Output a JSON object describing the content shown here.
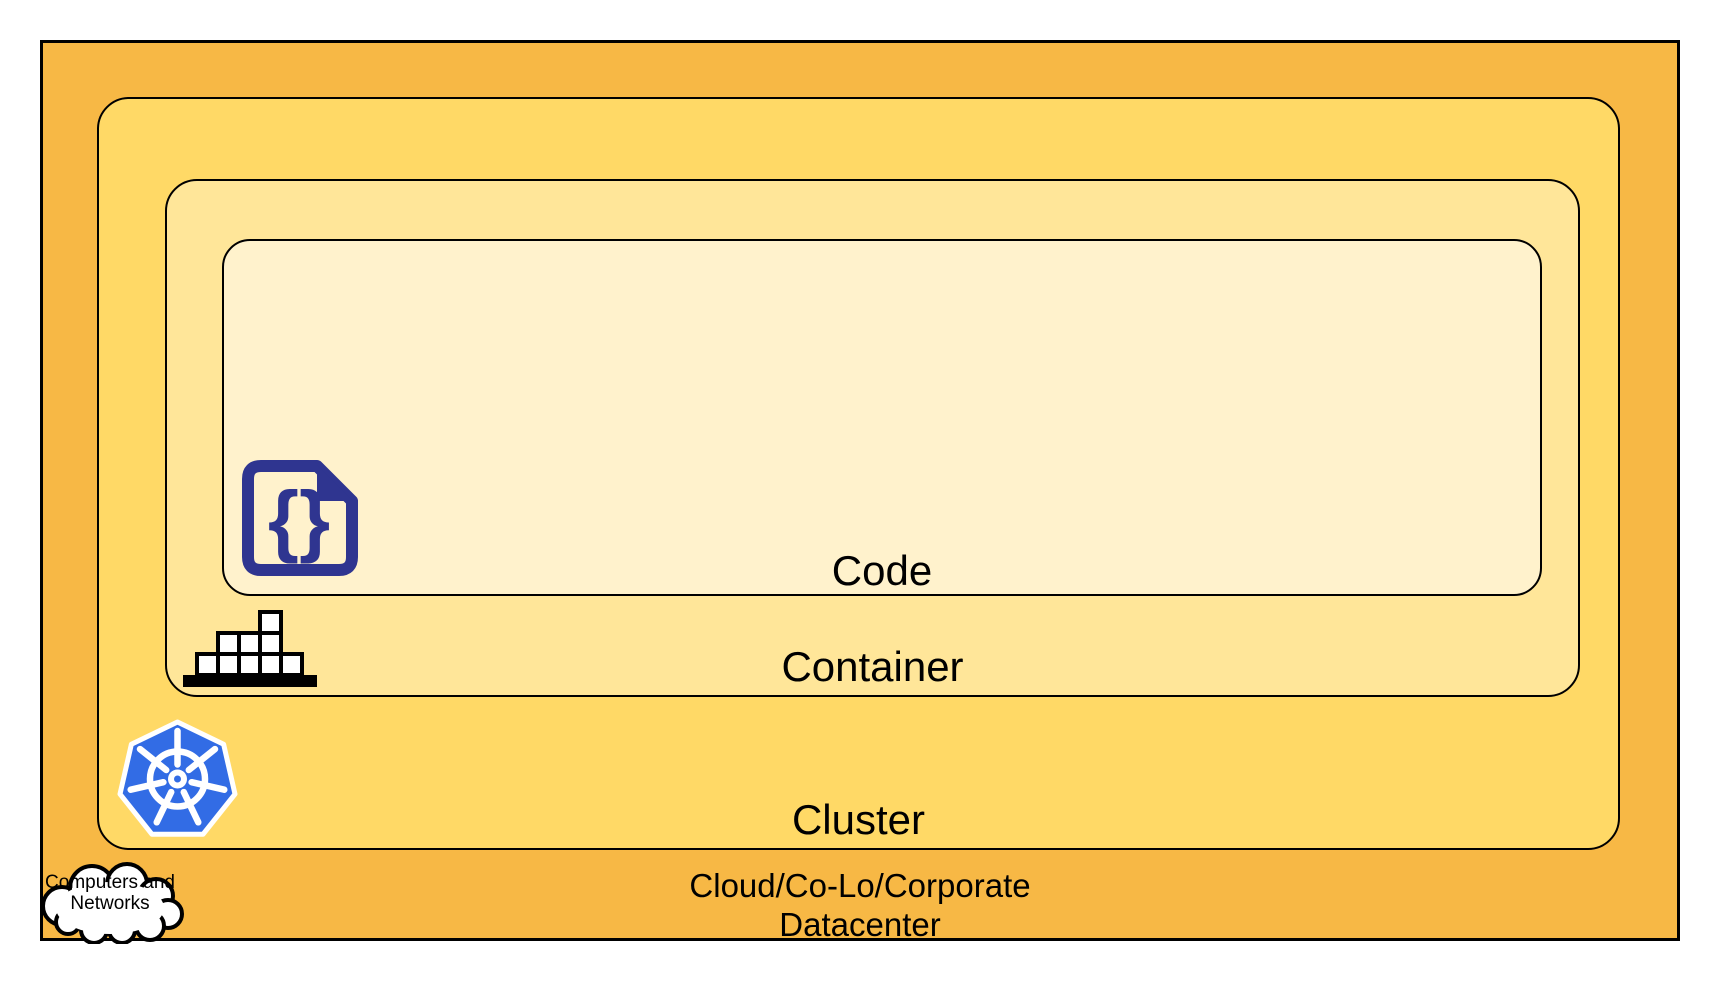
{
  "layers": {
    "datacenter": {
      "label_line1": "Cloud/Co-Lo/Corporate",
      "label_line2": "Datacenter",
      "fill": "#F7B845"
    },
    "cluster": {
      "label": "Cluster",
      "fill": "#FFD966"
    },
    "container": {
      "label": "Container",
      "fill": "#FFE699"
    },
    "code": {
      "label": "Code",
      "fill": "#FFF2CC"
    }
  },
  "cloud_callout": {
    "line1": "Computers and",
    "line2": "Networks",
    "fill": "#FFFFFF",
    "stroke": "#000000"
  },
  "icons": {
    "code_file": {
      "braces": "{}",
      "color": "#2F3590"
    },
    "container_stack": {
      "box_fill": "#FFFFFF",
      "color": "#000000"
    },
    "kubernetes": {
      "fill": "#326CE5",
      "wheel": "#FFFFFF"
    }
  },
  "colors": {
    "border": "#000000",
    "text": "#000000",
    "page_background": "#FFFFFF"
  }
}
